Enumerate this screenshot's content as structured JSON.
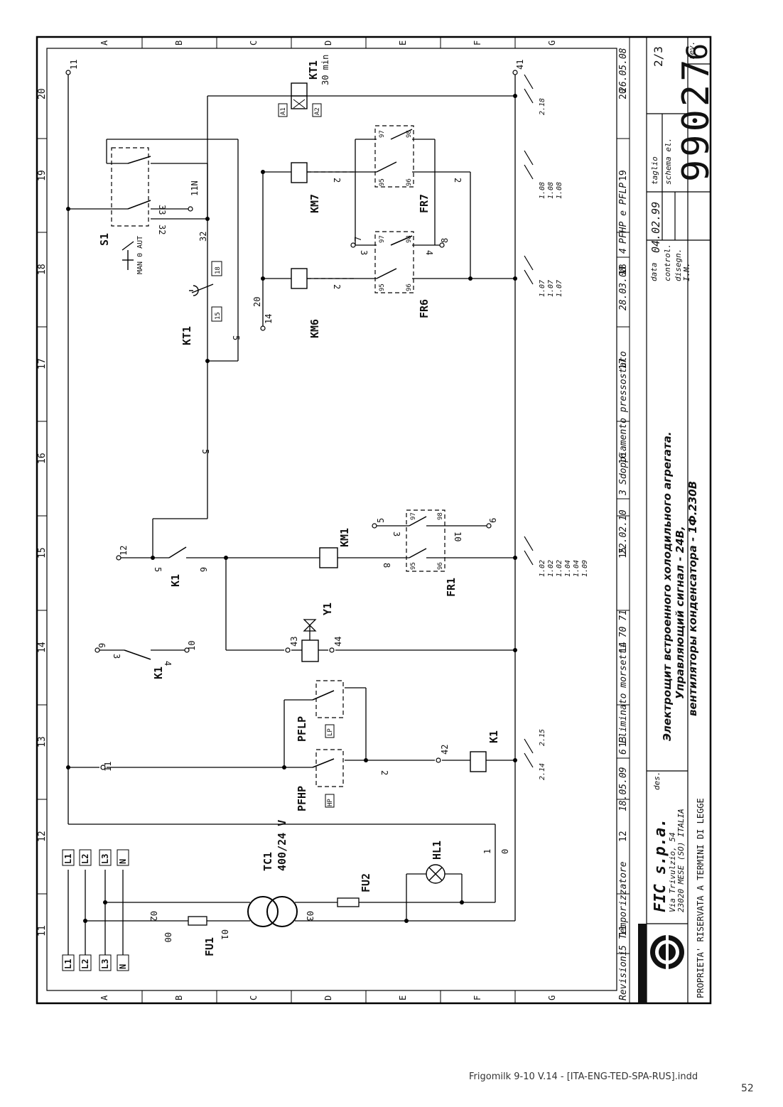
{
  "drawing": {
    "title_ru": [
      "Электрощит встроенного холодильного агрегата.",
      "Управляющий сигнал - 24В,",
      "вентиляторы конденсатора - 1Ф.230В"
    ],
    "company": "FIC s.p.a.",
    "address_line1": "Via Trivulzio, 54",
    "address_line2": "23020 MESE (SO) ITALIA",
    "property_notice": "PROPRIETA' RISERVATA A TERMINI DI LEGGE",
    "des_label": "des.",
    "data_label": "data",
    "data_value": "04.02.99",
    "control_label": "control.",
    "disegn_label": "disegn.",
    "disegn_value": "I.M.",
    "taglio_label": "taglio",
    "schema_label": "schema el.",
    "schema_number": "99027",
    "rev_label": "rev.",
    "rev_value": "6",
    "sheet": "2/3"
  },
  "revisions": {
    "label": "Revisioni",
    "items": [
      {
        "n": "5",
        "text": "Temporizzatore",
        "date": "18.05.09"
      },
      {
        "n": "6",
        "text": "Eliminato morsetti 70 71",
        "date": "22.02.10"
      },
      {
        "n": "3",
        "text": "Sdoppiamento pressostato",
        "date": "28.03.08"
      },
      {
        "n": "4",
        "text": "PFHP e PFLP",
        "date": "26.05.08"
      }
    ]
  },
  "grid": {
    "columns": [
      "11",
      "12",
      "13",
      "14",
      "15",
      "16",
      "17",
      "18",
      "19",
      "20"
    ],
    "rows": [
      "A",
      "B",
      "C",
      "D",
      "E",
      "F",
      "G"
    ]
  },
  "components": {
    "supply": [
      "L1",
      "L2",
      "L3",
      "N"
    ],
    "transformer": "TC1",
    "transformer_rating": "400/24 V",
    "fuse1": "FU1",
    "fuse2": "FU2",
    "lamp": "HL1",
    "pfhp": "PFHP",
    "pflp": "PFLP",
    "hp": "HP",
    "lp": "LP",
    "k1": "K1",
    "y1": "Y1",
    "km1": "KM1",
    "fr1": "FR1",
    "kt1": "KT1",
    "kt1_time": "30 min",
    "km6": "KM6",
    "km7": "KM7",
    "fr6": "FR6",
    "fr7": "FR7",
    "s1": "S1",
    "s1_modes": "MAN 0 AUT",
    "a1": "A1",
    "a2": "A2"
  },
  "wires": {
    "w00": "00",
    "w01": "01",
    "w02": "02",
    "w03": "03",
    "w0": "0",
    "w1": "1",
    "w2": "2",
    "w3": "3",
    "w4": "4",
    "w5": "5",
    "w6": "6",
    "w8": "8",
    "w9": "9",
    "w10": "10",
    "w11": "11",
    "w12": "12",
    "w14": "14",
    "w15": "15",
    "w18": "18",
    "w20": "20",
    "w32": "32",
    "w33": "33",
    "w41": "41",
    "w42": "42",
    "w43": "43",
    "w44": "44",
    "w11N": "11N",
    "w7": "7",
    "w95": "95",
    "w96": "96",
    "w97": "97",
    "w98": "98"
  },
  "contact_refs": {
    "k1": [
      "2.14",
      "2.15"
    ],
    "km1": [
      "1.02",
      "1.02",
      "1.02",
      "1.04",
      "1.04",
      "1.09"
    ],
    "km6": [
      "1.07",
      "1.07",
      "1.07"
    ],
    "km7": [
      "1.08",
      "1.08",
      "1.08"
    ],
    "kt1": [
      "2.18"
    ]
  },
  "footer": {
    "doc": "Frigomilk 9-10 V.14 - [ITA-ENG-TED-SPA-RUS].indd",
    "page": "52"
  }
}
